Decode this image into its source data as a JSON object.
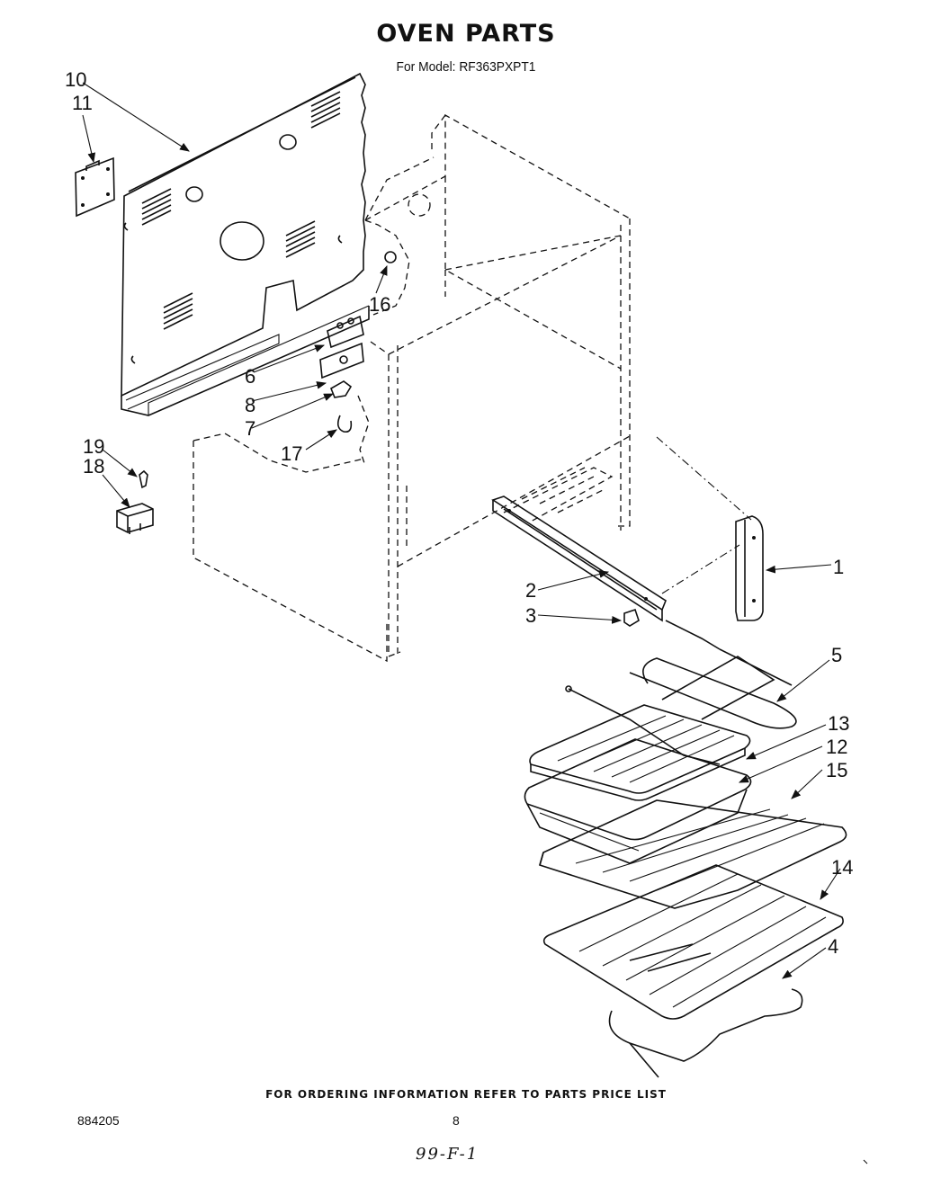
{
  "header": {
    "title": "OVEN PARTS",
    "subtitle": "For Model: RF363PXPT1"
  },
  "callouts": {
    "c1": "1",
    "c2": "2",
    "c3": "3",
    "c4": "4",
    "c5": "5",
    "c6": "6",
    "c7": "7",
    "c8": "8",
    "c10": "10",
    "c11": "11",
    "c12": "12",
    "c13": "13",
    "c14": "14",
    "c15": "15",
    "c16": "16",
    "c17": "17",
    "c18": "18",
    "c19": "19"
  },
  "footer": {
    "note": "FOR ORDERING INFORMATION REFER TO PARTS PRICE LIST",
    "doc_number": "884205",
    "page_number": "8",
    "handwritten": "99-F-1"
  }
}
